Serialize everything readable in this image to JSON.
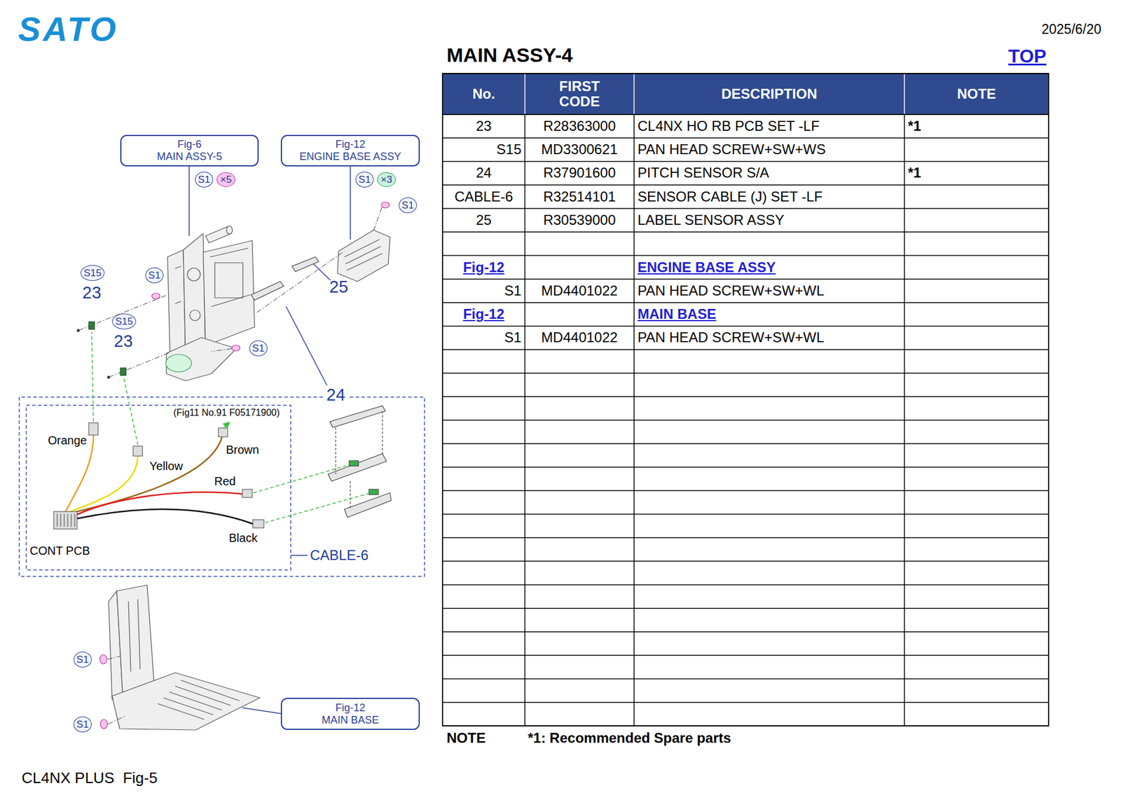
{
  "diagram": {
    "title": "MAIN ASSY-4",
    "caption": "CL4NX PLUS  Fig-5",
    "nodes": [
      {
        "text": [
          "Fig-6",
          "MAIN ASSY-5"
        ]
      },
      {
        "text": [
          "Fig-12",
          "ENGINE BASE ASSY"
        ]
      },
      {
        "text": [
          "S1"
        ]
      },
      {
        "text": [
          "×5"
        ]
      },
      {
        "text": [
          "S1"
        ]
      },
      {
        "text": [
          "×3"
        ]
      },
      {
        "text": [
          "S1"
        ]
      },
      {
        "text": [
          "S15"
        ]
      },
      {
        "text": [
          "S1"
        ]
      },
      {
        "text": [
          "S15"
        ]
      },
      {
        "text": [
          "S1"
        ]
      },
      {
        "text": [
          "S1"
        ]
      },
      {
        "text": [
          "Fig-12",
          "MAIN BASE"
        ]
      },
      {
        "text": [
          "S1"
        ]
      }
    ],
    "labels": [
      "SATO",
      "2025/6/20",
      "TOP",
      "No.",
      "FIRST CODE",
      "DESCRIPTION",
      "NOTE",
      "23",
      "R28363000",
      "CL4NX HO RB PCB SET -LF",
      "*1",
      "S15",
      "MD3300621",
      "PAN HEAD SCREW+SW+WS",
      "24",
      "R37901600",
      "PITCH SENSOR S/A",
      "*1",
      "CABLE-6",
      "R32514101",
      "SENSOR CABLE (J) SET -LF",
      "25",
      "R30539000",
      "LABEL SENSOR ASSY",
      "Fig-12",
      "ENGINE BASE ASSY",
      "S1",
      "MD4401022",
      "PAN HEAD SCREW+SW+WL",
      "Fig-12",
      "MAIN BASE",
      "S1",
      "MD4401022",
      "PAN HEAD SCREW+SW+WL",
      "NOTE",
      "*1: Recommended Spare parts",
      "23",
      "23",
      "25",
      "24",
      "(Fig11 No.91 F05171900)",
      "Orange",
      "Yellow",
      "Brown",
      "Red",
      "Black",
      "CONT PCB",
      "CABLE-6"
    ]
  }
}
